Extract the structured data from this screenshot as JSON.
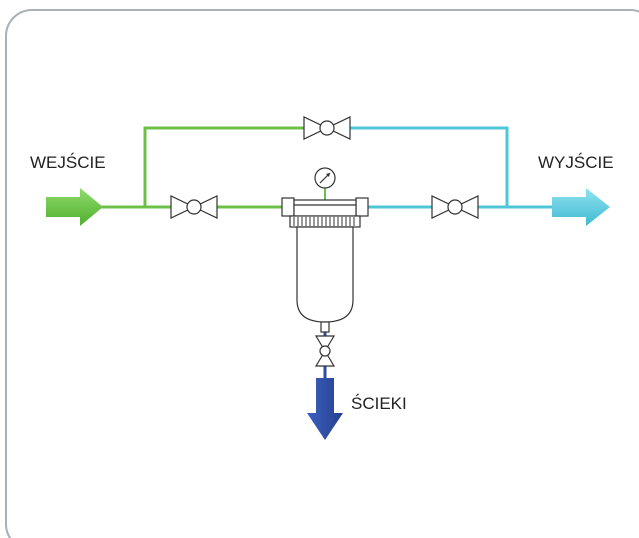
{
  "labels": {
    "inlet": "WEJŚCIE",
    "outlet": "WYJŚCIE",
    "drain": "ŚCIEKI"
  },
  "colors": {
    "frame": "#a9b0b6",
    "inlet_pipe": "#6cc04a",
    "outlet_pipe": "#4fc7d9",
    "drain_pipe": "#2f4da3",
    "outline": "#333333"
  },
  "icons": {
    "inlet_arrow": "arrow-right-icon",
    "outlet_arrow": "arrow-right-icon",
    "drain_arrow": "arrow-down-icon",
    "gauge": "pressure-gauge-icon",
    "valve": "valve-icon"
  }
}
